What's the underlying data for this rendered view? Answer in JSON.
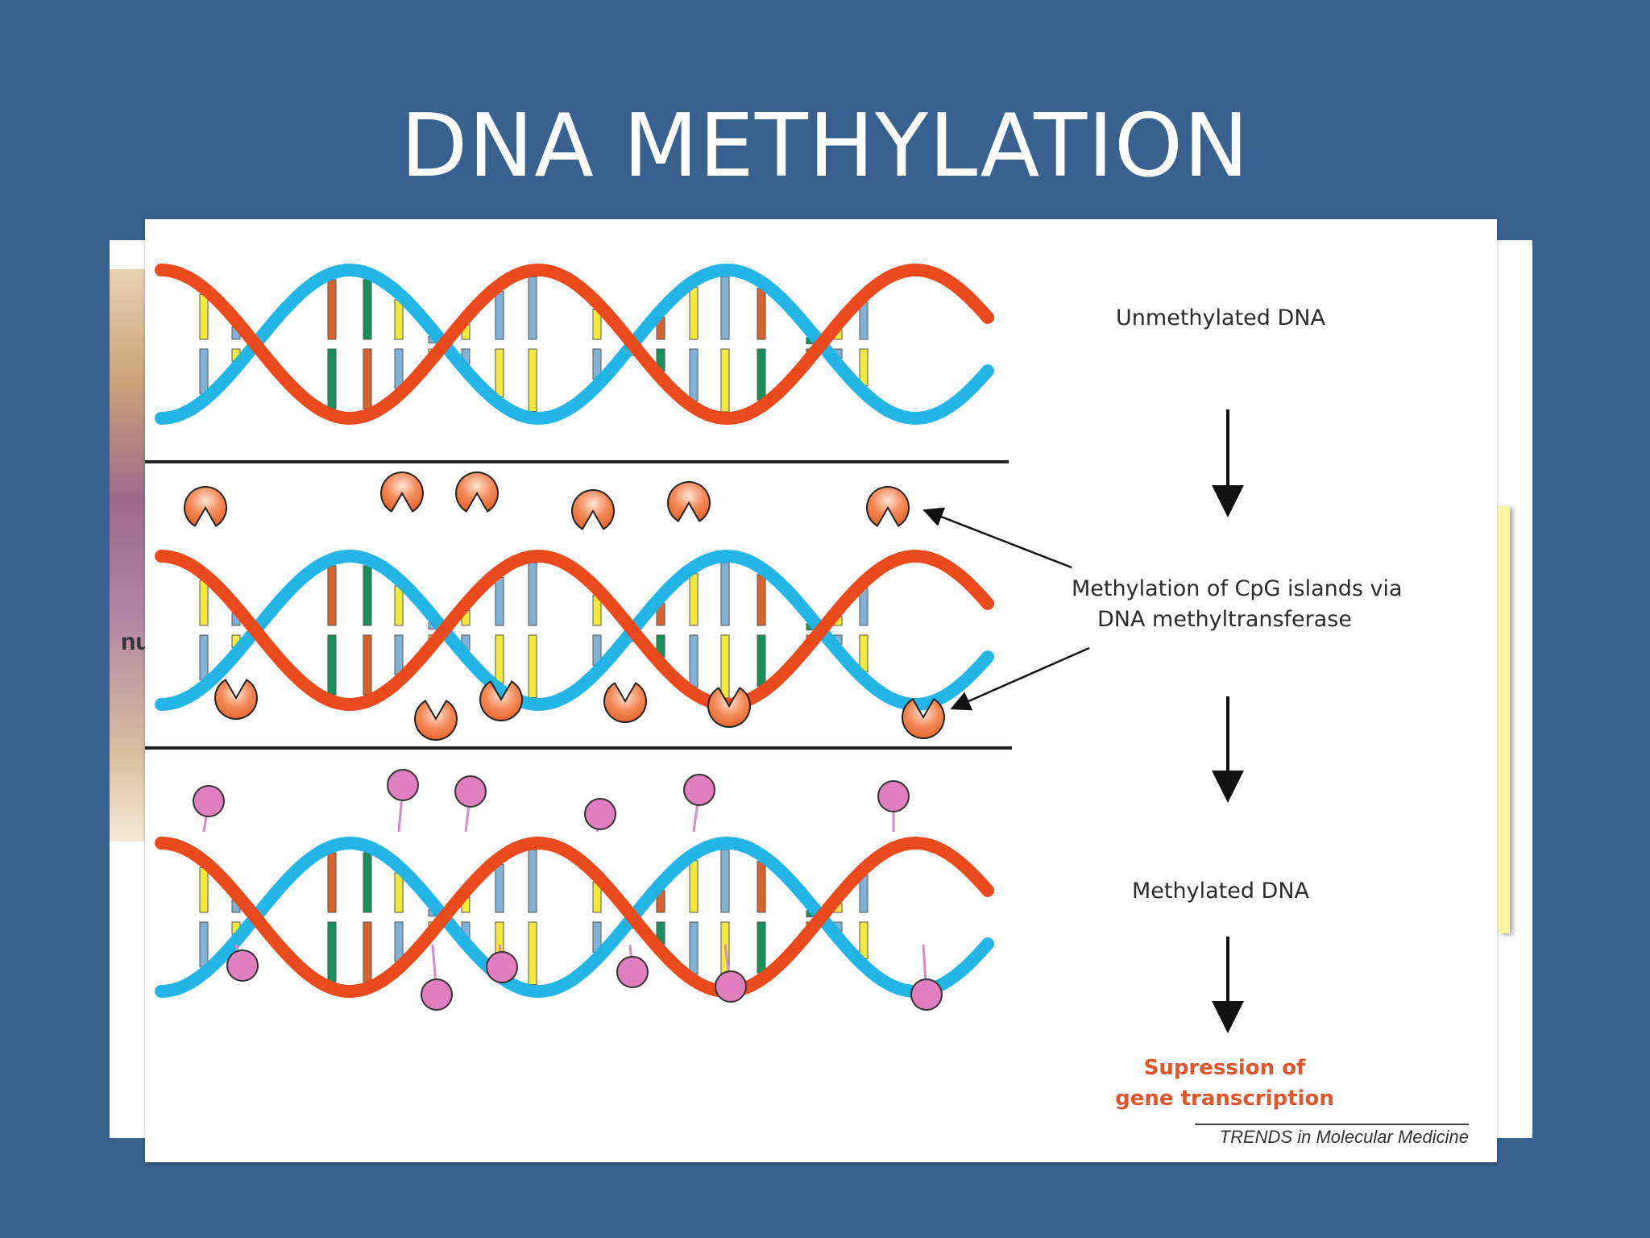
{
  "slide": {
    "title": "DNA METHYLATION",
    "background_color": "#386190"
  },
  "back_image": {
    "partial_text": "nu"
  },
  "figure": {
    "panels": [
      {
        "name": "unmethylated",
        "marker": "none"
      },
      {
        "name": "enzyme-binding",
        "marker": "methyltransferase"
      },
      {
        "name": "methylated",
        "marker": "methyl-group"
      }
    ],
    "flow_labels": {
      "unmethylated": "Unmethylated DNA",
      "methylation_line1": "Methylation of CpG islands via",
      "methylation_line2": "DNA methyltransferase",
      "methylated": "Methylated DNA",
      "suppression_line1": "Supression of",
      "suppression_line2": "gene transcription"
    },
    "credit": "TRENDS in Molecular Medicine",
    "colors": {
      "strand_red": "#ea4a1c",
      "strand_blue": "#1fb3e6",
      "strand_blue_light": "#8fd3ee",
      "strand_red_light": "#f6b3aa",
      "base_yellow": "#f4ea3c",
      "base_blue": "#7fb2d6",
      "base_green": "#14915a",
      "base_orange": "#d8622d",
      "enzyme": "#f08a5d",
      "methyl": "#e07fbf",
      "suppression_text": "#e0562a"
    }
  }
}
